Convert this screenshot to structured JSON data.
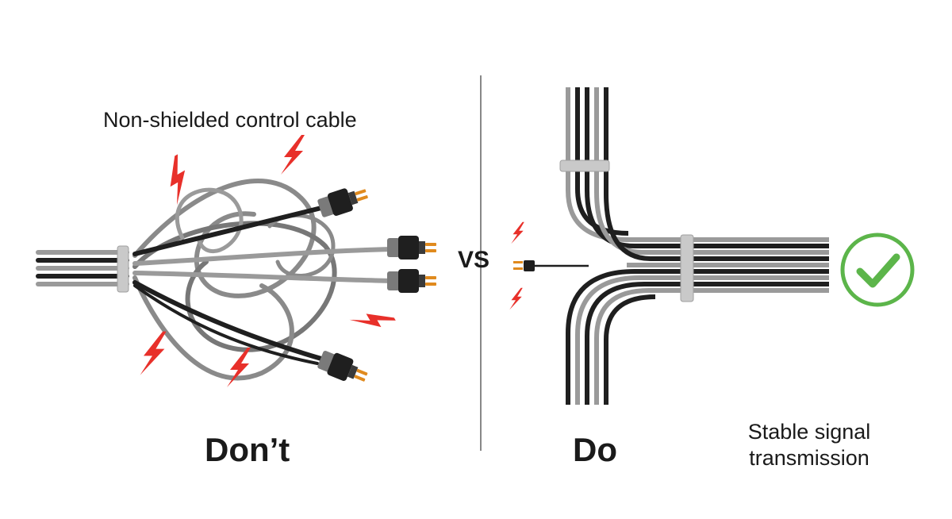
{
  "labels": {
    "bad_caption": "Non-shielded control cable",
    "vs": "VS",
    "dont": "Don’t",
    "do": "Do",
    "good_caption": "Stable signal transmission"
  },
  "icons": {
    "interference": "lightning-bolt-icon",
    "success": "check-circle-icon",
    "plug": "connector-plug-icon"
  },
  "colors": {
    "cable_dark": "#1f1f1f",
    "cable_light": "#9a9a9a",
    "bolt": "#e8302a",
    "check": "#5cb54a",
    "connector_pin": "#e08a1e",
    "clamp": "#c9c9c9",
    "divider": "#888888"
  }
}
